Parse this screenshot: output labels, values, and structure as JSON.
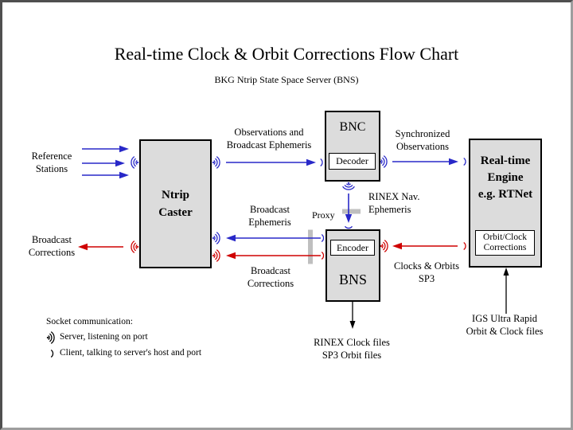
{
  "title": "Real-time Clock & Orbit Corrections Flow Chart",
  "subtitle": "BKG Ntrip State Space Server (BNS)",
  "colors": {
    "observation_link_blue": "#2828c8",
    "correction_link_red": "#cf0000",
    "file_link_black": "#000000",
    "box_fill_gray": "#dcdcdc",
    "proxy_bar_gray": "#bfbfbf"
  },
  "icons": {
    "server_socket": "concentric-arcs-radiating-from-port",
    "client_socket": "single-arc-facing-server"
  },
  "boxes": {
    "ntrip_caster": {
      "label": "Ntrip\nCaster"
    },
    "bnc": {
      "label": "BNC",
      "sub": "Decoder"
    },
    "bns": {
      "label": "BNS",
      "sub": "Encoder"
    },
    "rtnet": {
      "label": "Real-time\nEngine\ne.g. RTNet",
      "sub": "Orbit/Clock\nCorrections"
    }
  },
  "labels": {
    "reference_stations": "Reference\nStations",
    "broadcast_corrections_out": "Broadcast\nCorrections",
    "observations_broadcast_ephemeris": "Observations and\nBroadcast Ephemeris",
    "synchronized_observations": "Synchronized\nObservations",
    "rinex_nav_ephemeris": "RINEX Nav.\nEphemeris",
    "proxy": "Proxy",
    "broadcast_ephemeris_in": "Broadcast\nEphemeris",
    "broadcast_corrections_in": "Broadcast\nCorrections",
    "clocks_orbits_sp3": "Clocks & Orbits\nSP3",
    "rinex_clock_files": "RINEX Clock files\nSP3 Orbit files",
    "igs_ultra_rapid": "IGS Ultra Rapid\nOrbit & Clock files"
  },
  "legend": {
    "title": "Socket communication:",
    "server": "Server, listening on port",
    "client": "Client, talking to server's host and port"
  }
}
